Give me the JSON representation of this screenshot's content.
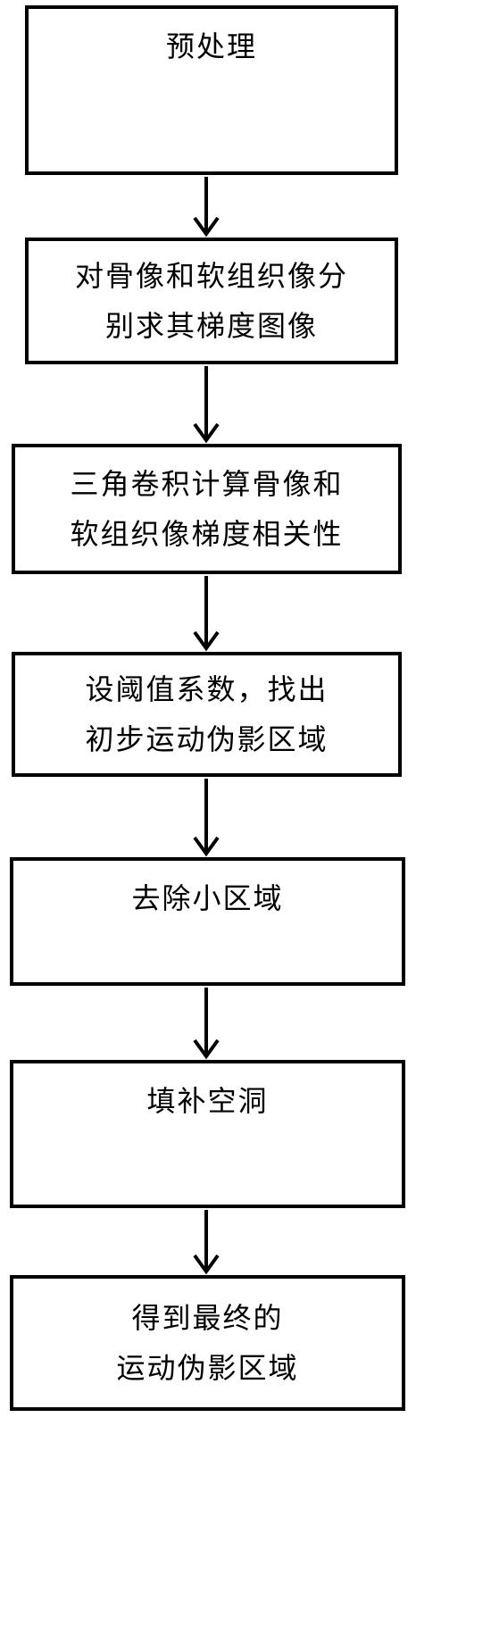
{
  "flowchart": {
    "steps": [
      {
        "lines": [
          "预处理"
        ]
      },
      {
        "lines": [
          "对骨像和软组织像分",
          "别求其梯度图像"
        ]
      },
      {
        "lines": [
          "三角卷积计算骨像和",
          "软组织像梯度相关性"
        ]
      },
      {
        "lines": [
          "设阈值系数，找出",
          "初步运动伪影区域"
        ]
      },
      {
        "lines": [
          "去除小区域"
        ]
      },
      {
        "lines": [
          "填补空洞"
        ]
      },
      {
        "lines": [
          "得到最终的",
          "运动伪影区域"
        ]
      }
    ]
  }
}
